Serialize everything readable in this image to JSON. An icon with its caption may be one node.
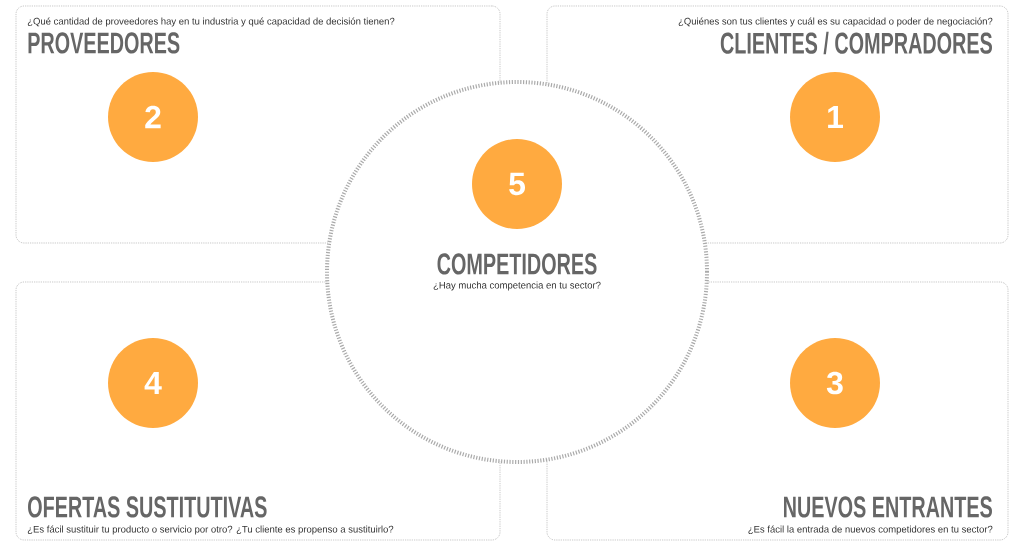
{
  "diagram": {
    "nodes": [
      {
        "text": [
          "¿Qué cantidad de proveedores hay en tu industria y qué capacidad de decisión tienen?",
          "PROVEEDORES"
        ]
      },
      {
        "text": [
          "2"
        ],
        "in": 0
      },
      {
        "text": [
          "¿Quiénes son tus clientes y cuál es su capacidad o poder de negociación?",
          "CLIENTES / COMPRADORES"
        ]
      },
      {
        "text": [
          "1"
        ],
        "in": 2
      },
      {
        "text": [
          "COMPETIDORES",
          "¿Hay mucha competencia en tu sector?"
        ]
      },
      {
        "text": [
          "5"
        ],
        "in": 4
      },
      {
        "text": [
          "OFERTAS SUSTITUTIVAS",
          "¿Es fácil sustituir tu producto o servicio por otro? ¿Tu cliente es propenso a sustituirlo?"
        ]
      },
      {
        "text": [
          "4"
        ],
        "in": 6
      },
      {
        "text": [
          "NUEVOS ENTRANTES",
          "¿Es fácil la entrada de nuevos competidores en tu sector?"
        ]
      },
      {
        "text": [
          "3"
        ],
        "in": 8
      }
    ]
  }
}
